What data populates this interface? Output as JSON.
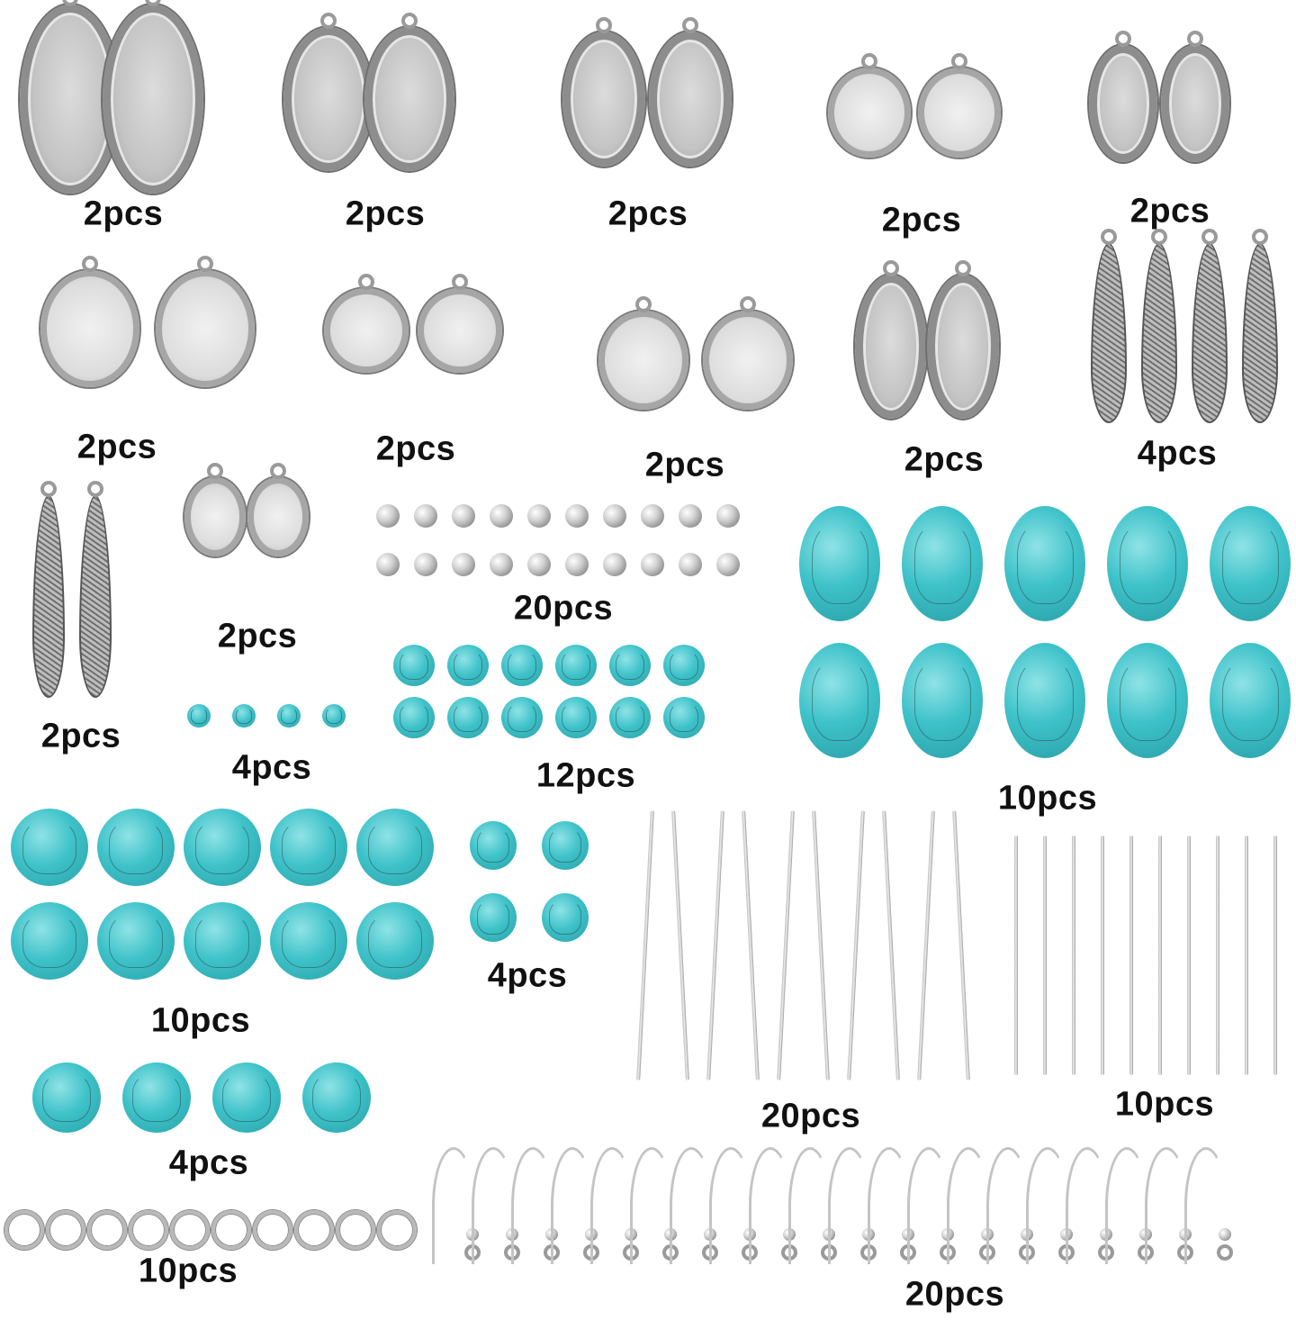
{
  "items": [
    {
      "label": "2pcs",
      "name": "oval-setting-dotted"
    },
    {
      "label": "2pcs",
      "name": "oval-setting-lace"
    },
    {
      "label": "2pcs",
      "name": "oval-setting-scallop"
    },
    {
      "label": "2pcs",
      "name": "round-setting-flower"
    },
    {
      "label": "2pcs",
      "name": "oval-connector-setting"
    },
    {
      "label": "2pcs",
      "name": "round-setting-filigree"
    },
    {
      "label": "2pcs",
      "name": "round-connector-butterfly"
    },
    {
      "label": "2pcs",
      "name": "round-setting-crown"
    },
    {
      "label": "2pcs",
      "name": "oval-setting-plain"
    },
    {
      "label": "4pcs",
      "name": "feather-pendant-small"
    },
    {
      "label": "2pcs",
      "name": "feather-pendant-large"
    },
    {
      "label": "2pcs",
      "name": "round-connector-plain"
    },
    {
      "label": "20pcs",
      "name": "silver-spacer-beads"
    },
    {
      "label": "4pcs",
      "name": "turquoise-beads-small"
    },
    {
      "label": "12pcs",
      "name": "turquoise-beads-medium"
    },
    {
      "label": "10pcs",
      "name": "turquoise-oval-cabochons"
    },
    {
      "label": "10pcs",
      "name": "turquoise-round-cabochons"
    },
    {
      "label": "4pcs",
      "name": "turquoise-beads-cracked"
    },
    {
      "label": "20pcs",
      "name": "eye-pins"
    },
    {
      "label": "10pcs",
      "name": "head-pins"
    },
    {
      "label": "4pcs",
      "name": "turquoise-beads-large"
    },
    {
      "label": "10pcs",
      "name": "jump-rings"
    },
    {
      "label": "20pcs",
      "name": "earring-hooks"
    }
  ],
  "colors": {
    "turquoise": "#3ec2c9",
    "silver": "#c4c4c4",
    "label": "#111111"
  }
}
